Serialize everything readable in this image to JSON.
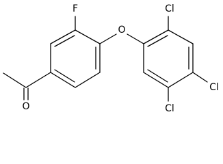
{
  "molecule": {
    "atoms": {
      "fluorine": "F",
      "ether_oxygen": "O",
      "carbonyl_oxygen": "O",
      "chlorine_top": "Cl",
      "chlorine_right": "Cl",
      "chlorine_bottom": "Cl"
    },
    "colors": {
      "bond": "#000000",
      "label": "#000000",
      "background": "#ffffff"
    }
  }
}
